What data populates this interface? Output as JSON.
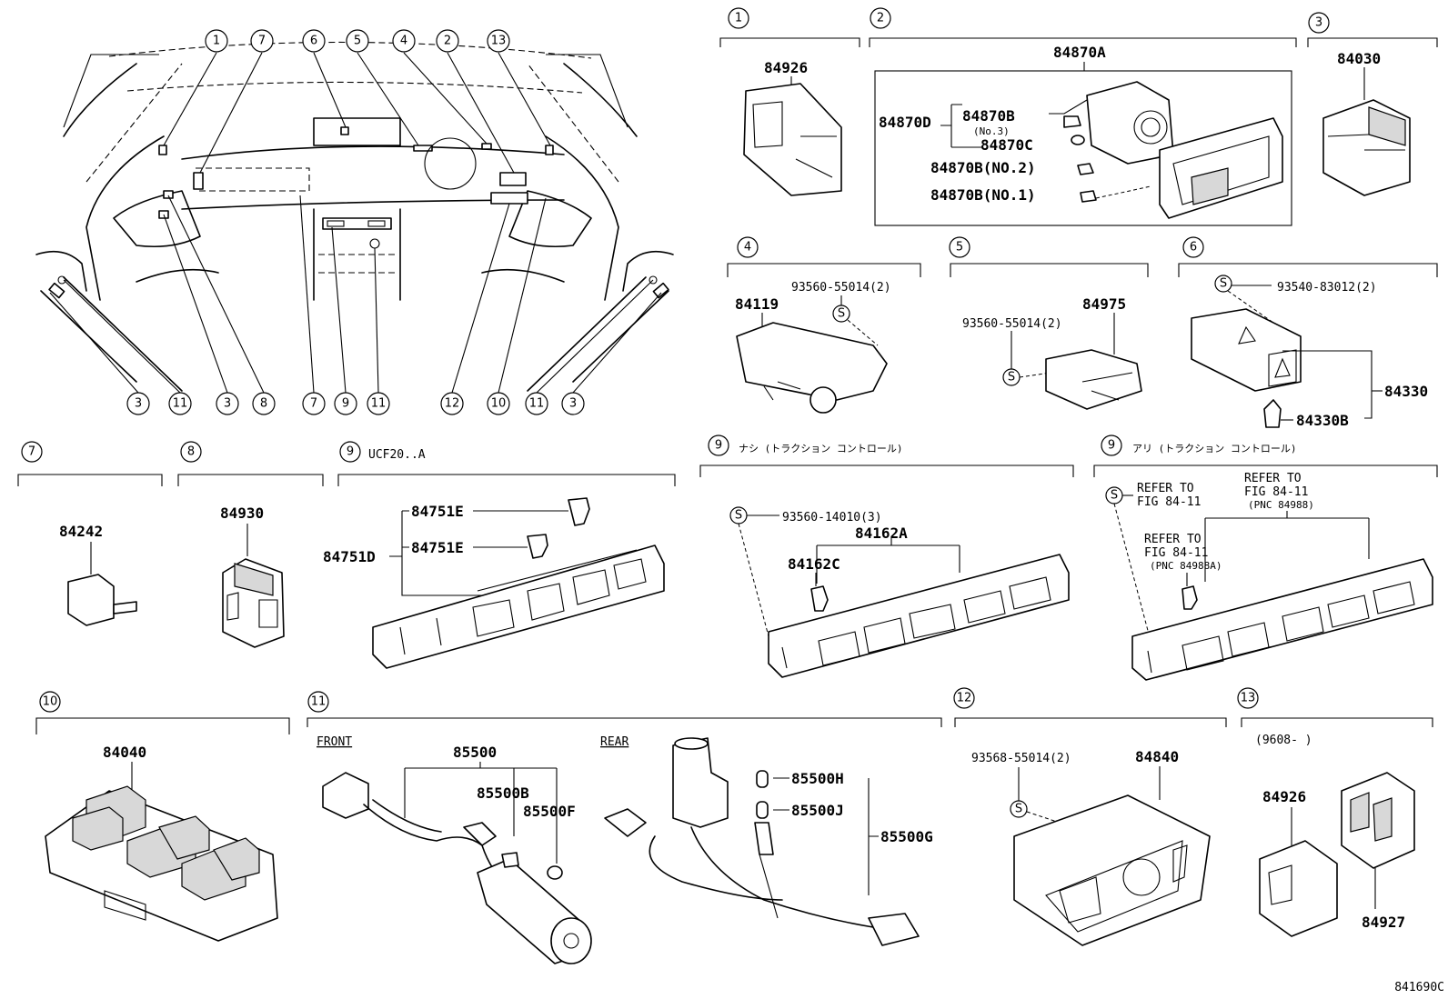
{
  "figure_code": "841690C",
  "overview": {
    "callouts_top": [
      "1",
      "7",
      "6",
      "5",
      "4",
      "2",
      "13"
    ],
    "callouts_bottom": [
      "3",
      "11",
      "3",
      "8",
      "7",
      "9",
      "11",
      "12",
      "10",
      "11",
      "3"
    ]
  },
  "sections": {
    "s1": {
      "num": "1",
      "parts": [
        "84926"
      ]
    },
    "s2": {
      "num": "2",
      "parts": [
        "84870A",
        "84870D",
        "84870B",
        "(No.3)",
        "84870C",
        "84870B(NO.2)",
        "84870B(NO.1)"
      ]
    },
    "s3": {
      "num": "3",
      "parts": [
        "84030"
      ]
    },
    "s4": {
      "num": "4",
      "parts": [
        "84119",
        "93560-55014(2)",
        "S"
      ]
    },
    "s5": {
      "num": "5",
      "parts": [
        "84975",
        "93560-55014(2)",
        "S"
      ]
    },
    "s6": {
      "num": "6",
      "parts": [
        "S",
        "93540-83012(2)",
        "84330",
        "84330B"
      ]
    },
    "s7": {
      "num": "7",
      "parts": [
        "84242"
      ]
    },
    "s8": {
      "num": "8",
      "parts": [
        "84930"
      ]
    },
    "s9a": {
      "num": "9",
      "note": "UCF20..A",
      "parts": [
        "84751E",
        "84751E",
        "84751D"
      ]
    },
    "s9b": {
      "num": "9",
      "note": "ナシ (トラクション コントロール)",
      "parts": [
        "S",
        "93560-14010(3)",
        "84162A",
        "84162C"
      ]
    },
    "s9c": {
      "num": "9",
      "note": "アリ (トラクション コントロール)",
      "parts": [
        "S",
        "REFER TO",
        "FIG 84-11",
        "REFER TO",
        "FIG 84-11",
        "(PNC 84988)",
        "REFER TO",
        "FIG 84-11",
        "(PNC 84988A)"
      ]
    },
    "s10": {
      "num": "10",
      "parts": [
        "84040"
      ]
    },
    "s11": {
      "num": "11",
      "front": "FRONT",
      "rear": "REAR",
      "parts": [
        "85500",
        "85500B",
        "85500F",
        "85500H",
        "85500J",
        "85500G"
      ]
    },
    "s12": {
      "num": "12",
      "parts": [
        "93568-55014(2)",
        "84840",
        "S"
      ]
    },
    "s13": {
      "num": "13",
      "note": "(9608-    )",
      "parts": [
        "84926",
        "84927"
      ]
    }
  }
}
